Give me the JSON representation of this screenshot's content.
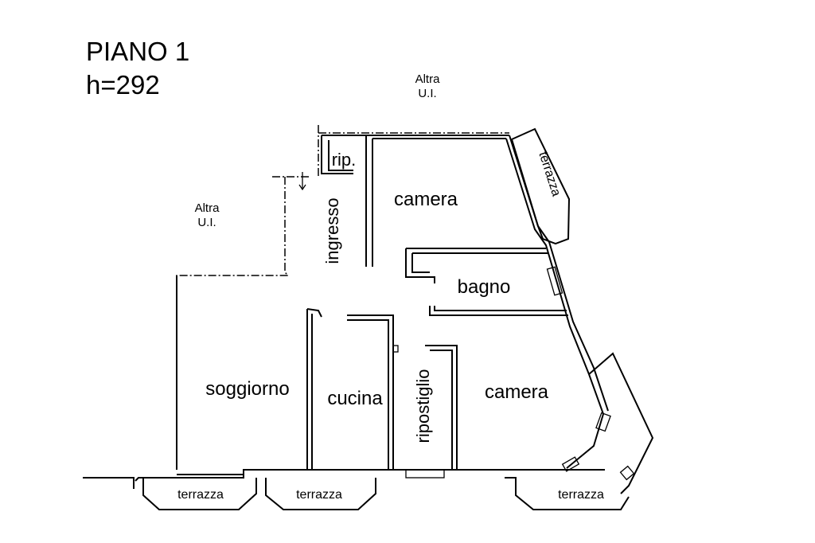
{
  "header": {
    "floor_label": "PIANO 1",
    "height_label": "h=292"
  },
  "neighbors": {
    "top": {
      "line1": "Altra",
      "line2": "U.I."
    },
    "left": {
      "line1": "Altra",
      "line2": "U.I."
    }
  },
  "rooms": {
    "rip": "rip.",
    "ingresso": "ingresso",
    "camera_top": "camera",
    "terrazza_top": "terrazza",
    "bagno": "bagno",
    "soggiorno": "soggiorno",
    "cucina": "cucina",
    "ripostiglio": "ripostiglio",
    "camera_bottom": "camera",
    "terrazza_1": "terrazza",
    "terrazza_2": "terrazza",
    "terrazza_3": "terrazza"
  }
}
